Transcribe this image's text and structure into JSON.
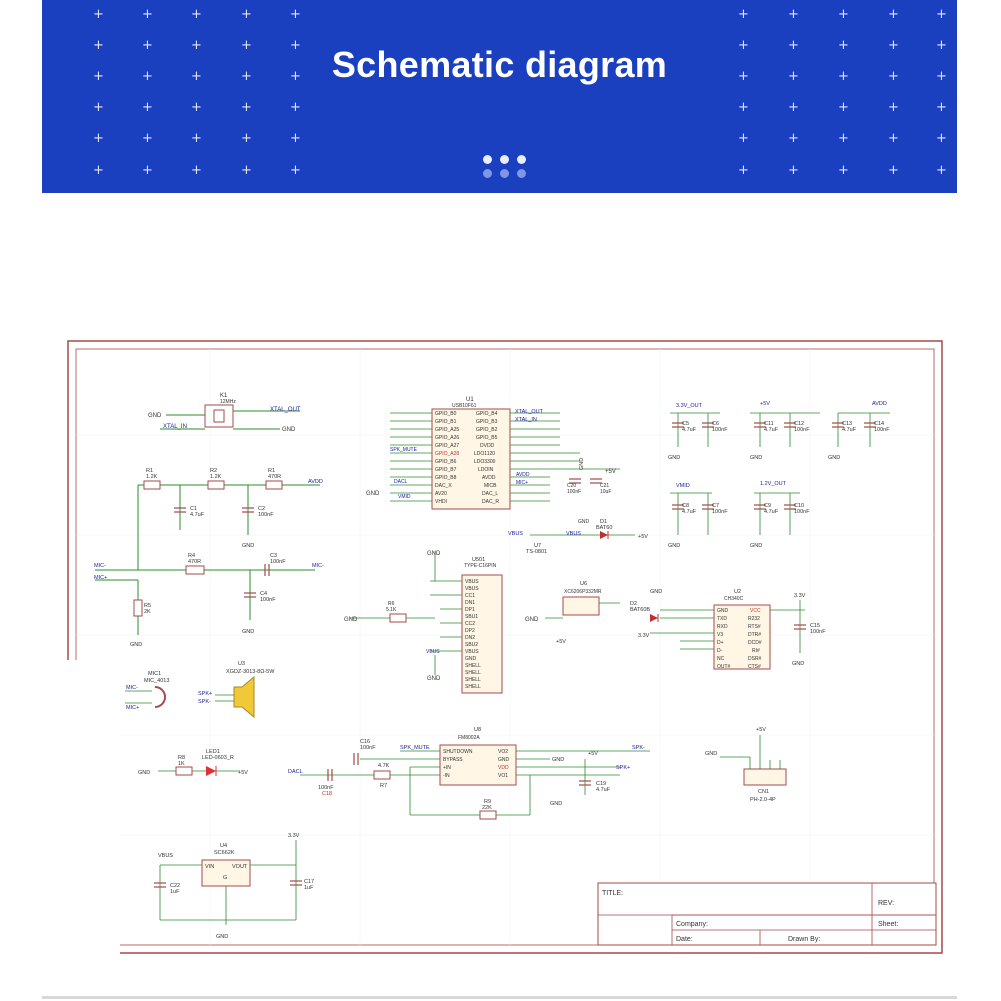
{
  "banner": {
    "title": "Schematic diagram",
    "icons": [
      "plus-pattern",
      "three-dots-indicator"
    ]
  },
  "schematic": {
    "title_block": {
      "title_label": "TITLE:",
      "rev_label": "REV:",
      "company_label": "Company:",
      "sheet_label": "Sheet:",
      "date_label": "Date:",
      "drawn_by_label": "Drawn By:"
    },
    "labels": {
      "k1_ref": "K1",
      "k1_val": "12MHz",
      "xtal_out": "XTAL_OUT",
      "xtal_in": "XTAL_IN",
      "gnd": "GND",
      "vcc5": "+5V",
      "v33": "3.3V",
      "vbus": "VBUS",
      "r1": "R1",
      "r2": "R2",
      "r3": "R1",
      "r1v": "1.2K",
      "r2v": "1.2K",
      "r3v": "470R",
      "avdd": "AVDD",
      "c1": "C1",
      "c1v": "4.7uF",
      "c2": "C2",
      "c2v": "100nF",
      "mic_minus": "MIC-",
      "mic_plus": "MIC+",
      "r4": "R4",
      "r4v": "470R",
      "c3": "C3",
      "c3v": "100nF",
      "c4": "C4",
      "c4v": "100nF",
      "r5": "R5",
      "r5v": "2K",
      "u1_ref": "U1",
      "u1_val": "USB10F61",
      "u1_left": [
        "GPIO_B0",
        "GPIO_B1",
        "GPIO_A25",
        "GPIO_A26",
        "GPIO_A27",
        "GPIO_A28",
        "GPIO_B6",
        "GPIO_B7",
        "GPIO_B8",
        "DAC_X",
        "AV20",
        "VHDI"
      ],
      "u1_right": [
        "GPIO_B4",
        "GPIO_B3",
        "GPIO_B2",
        "GPIO_B5",
        "DVDD",
        "LDO1120",
        "LDO3300",
        "LDOIN",
        "AVDD",
        "MICB",
        "DAC_L",
        "DAC_R"
      ],
      "spk_mute": "SPK_MUTE",
      "dacl": "DACL",
      "c20": "C20",
      "c20v": "100nF",
      "c21": "C21",
      "c21v": "10uF",
      "u7": "U7",
      "u7v": "TS-0801",
      "d1": "D1",
      "d1v": "BAT60",
      "u501_ref": "U501",
      "u501_val": "TYPE-C16PIN",
      "u501_pins": [
        "VBUS",
        "VBUS",
        "CC1",
        "DN1",
        "DP1",
        "SBU1",
        "CC2",
        "DP2",
        "DN2",
        "SBU2",
        "VBUS",
        "GND",
        "SHELL",
        "SHELL",
        "SHELL",
        "SHELL"
      ],
      "r6": "R6",
      "r6v": "5.1K",
      "u6": "U6",
      "u6v": "XC6206P332MR",
      "c5": "C5",
      "c5v": "4.7uF",
      "c6": "C6",
      "c6v": "100nF",
      "v33out": "3.3V_OUT",
      "c11": "C11",
      "c11v": "4.7uF",
      "c12": "C12",
      "c12v": "100nF",
      "c13": "C13",
      "c13v": "4.7uF",
      "c14": "C14",
      "c14v": "100nF",
      "vmid": "VMID",
      "c8": "C8",
      "c8v": "4.7uF",
      "c7": "C7",
      "c7v": "100nF",
      "v12out": "1.2V_OUT",
      "c9": "C9",
      "c9v": "4.7uF",
      "c10": "C10",
      "c10v": "100nF",
      "u2_ref": "U2",
      "u2_val": "CH340C",
      "u2_left": [
        "GND",
        "TXD",
        "RXD",
        "V3",
        "D+",
        "D-",
        "NC",
        "OUT#"
      ],
      "u2_right": [
        "VCC",
        "R232",
        "RTS#",
        "DTR#",
        "DCD#",
        "RI#",
        "DSR#",
        "CTS#"
      ],
      "c15": "C15",
      "c15v": "100nF",
      "d2": "D2",
      "d2v": "BAT60B",
      "mic1": "MIC1",
      "mic1v": "MIC_4013",
      "u3": "U3",
      "u3v": "XGDZ-3013-8Ω-5W",
      "spk_p": "SPK+",
      "spk_m": "SPK-",
      "led1": "LED1",
      "led1v": "LED-0603_R",
      "r8": "R8",
      "r8v": "1K",
      "u8_ref": "U8",
      "u8_val": "FM8002A",
      "u8_left": [
        "SHUTDOWN",
        "BYPASS",
        "+IN",
        "-IN"
      ],
      "u8_right": [
        "VO2",
        "GND",
        "VDD",
        "VO1"
      ],
      "c16": "C16",
      "c16v": "100nF",
      "c18": "C18",
      "c18v": "100nF",
      "r7": "R7",
      "r7v": "4.7K",
      "r9": "R9",
      "r9v": "22K",
      "c19": "C19",
      "c19v": "4.7uF",
      "cn1": "CN1",
      "cn1v": "PH-2.0-4P",
      "u4_ref": "U4",
      "u4_val": "SC662K",
      "u4_vin": "VIN",
      "u4_vout": "VOUT",
      "u4_g": "G",
      "c22": "C22",
      "c22v": "1uF",
      "c17": "C17",
      "c17v": "1uF"
    }
  }
}
